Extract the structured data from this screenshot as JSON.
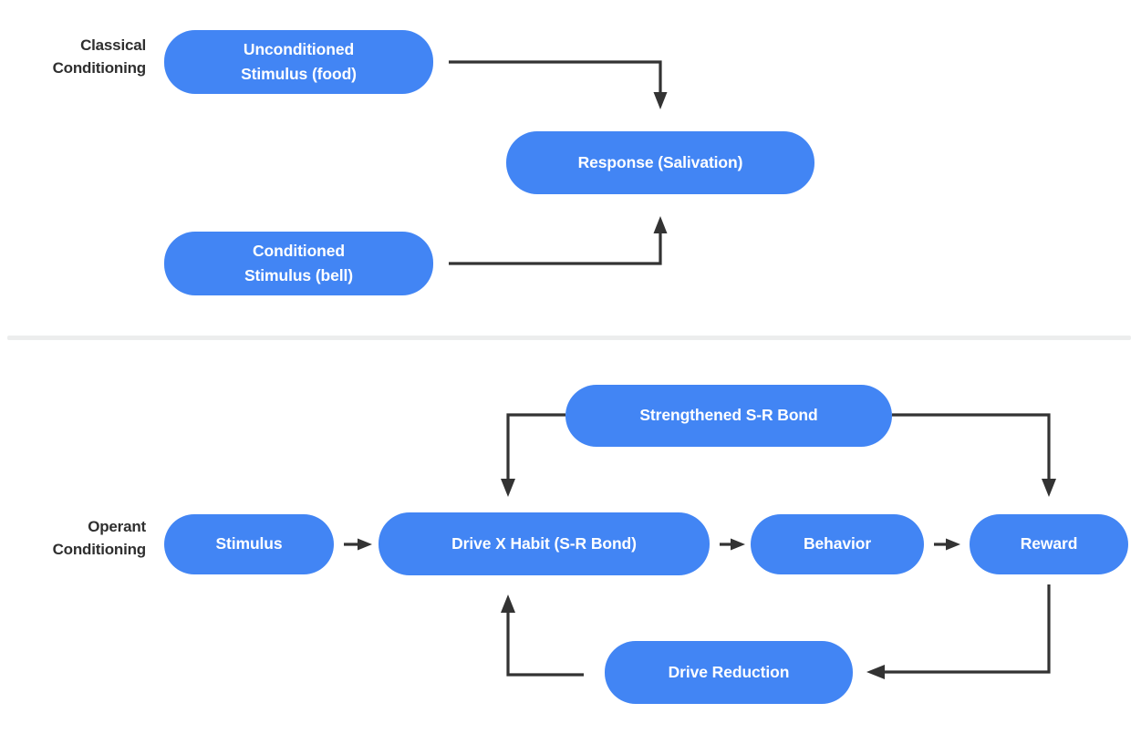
{
  "diagram": {
    "title_hidden": "",
    "colors": {
      "node_fill": "#4285f4",
      "node_text": "#ffffff",
      "label_text": "#2f2f2f",
      "arrow": "#333333",
      "divider": "#eceded",
      "background": "#ffffff"
    },
    "sections": [
      {
        "id": "classical",
        "label": "Classical\nConditioning",
        "nodes": [
          {
            "id": "ucs",
            "label": "Unconditioned\nStimulus (food)"
          },
          {
            "id": "cs",
            "label": "Conditioned\nStimulus (bell)"
          },
          {
            "id": "response",
            "label": "Response (Salivation)"
          }
        ],
        "edges": [
          {
            "from": "ucs",
            "to": "response",
            "style": "elbow-down-arrow"
          },
          {
            "from": "cs",
            "to": "response",
            "style": "elbow-up-arrow"
          }
        ]
      },
      {
        "id": "operant",
        "label": "Operant\nConditioning",
        "nodes": [
          {
            "id": "stimulus",
            "label": "Stimulus"
          },
          {
            "id": "drive-habit",
            "label": "Drive X Habit (S-R Bond)"
          },
          {
            "id": "behavior",
            "label": "Behavior"
          },
          {
            "id": "reward",
            "label": "Reward"
          },
          {
            "id": "strengthened",
            "label": "Strengthened S-R Bond"
          },
          {
            "id": "drive-reduction",
            "label": "Drive Reduction"
          }
        ],
        "edges": [
          {
            "from": "stimulus",
            "to": "drive-habit",
            "style": "straight-arrow"
          },
          {
            "from": "drive-habit",
            "to": "behavior",
            "style": "straight-arrow"
          },
          {
            "from": "behavior",
            "to": "reward",
            "style": "straight-arrow"
          },
          {
            "from": "strengthened",
            "to": "drive-habit",
            "style": "elbow-left-down-arrow"
          },
          {
            "from": "strengthened",
            "to": "reward",
            "style": "elbow-right-down-arrow"
          },
          {
            "from": "reward",
            "to": "drive-reduction",
            "style": "elbow-down-left-arrow"
          },
          {
            "from": "drive-reduction",
            "to": "drive-habit",
            "style": "elbow-left-up-arrow"
          }
        ]
      }
    ]
  }
}
